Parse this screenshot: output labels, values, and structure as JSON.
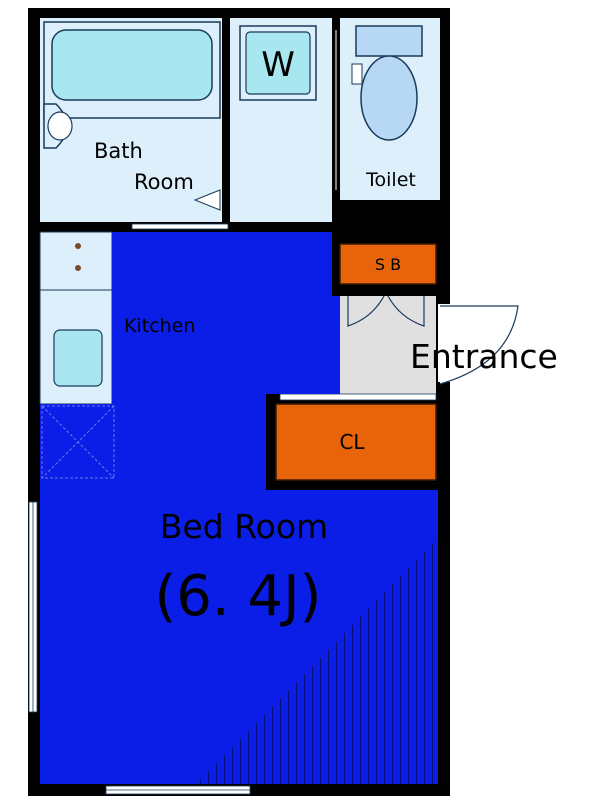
{
  "rooms": {
    "bath": {
      "label_line1": "Bath",
      "label_line2": "Room"
    },
    "washer": {
      "label": "W"
    },
    "toilet": {
      "label": "Toilet"
    },
    "shoe_box": {
      "label": "S B"
    },
    "kitchen": {
      "label": "Kitchen"
    },
    "entrance": {
      "label": "Entrance"
    },
    "closet": {
      "label": "CL"
    },
    "bedroom": {
      "label": "Bed Room",
      "size": "(6. 4J)"
    }
  },
  "colors": {
    "wall": "#000000",
    "wet_area_floor": "#DCEFFB",
    "fixture_fill": "#A8E6F0",
    "bedroom_floor": "#0A1EE8",
    "storage": "#E8640A",
    "entrance_floor": "#E0E0E0",
    "toilet_fixture": "#B7D8F5"
  }
}
